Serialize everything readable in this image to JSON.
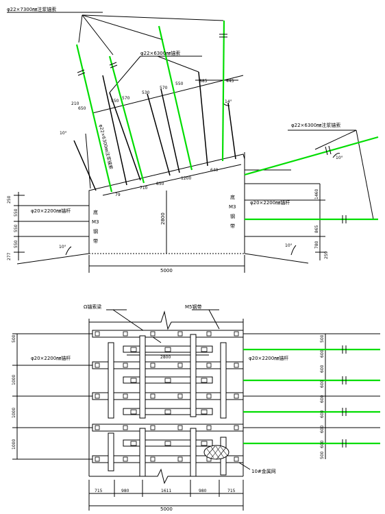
{
  "colors": {
    "line": "#000000",
    "bolt": "#00dd00",
    "paper": "#ffffff"
  },
  "elevation": {
    "label_long_anchor": "φ22×7300㎜注浆锚索",
    "label_mid_anchor": "φ22×6300㎜锚索",
    "label_right_anchor": "φ22×6300㎜注浆锚索",
    "label_bolt_left": "φ20×2200㎜锚杆",
    "label_bolt_right": "φ20×2200㎜锚杆",
    "label_mesh_spec": "φ22×6300㎜注浆锚索",
    "wall_text_left": [
      "底",
      "M3",
      "钢",
      "带"
    ],
    "wall_text_right": [
      "底",
      "M3",
      "钢",
      "带"
    ],
    "angle_10_left": "10°",
    "angle_10_right": "10°",
    "angle_14": "14°",
    "angle_10_top": "10°",
    "angle_10_rt": "10°",
    "dim_top": [
      "550",
      "570",
      "530",
      "570",
      "550",
      "885",
      "445"
    ],
    "dim_roof": [
      "79",
      "710",
      "850",
      "1200",
      "640"
    ],
    "dim_210": "210",
    "dim_650": "650",
    "dim_width": "5000",
    "dim_height": "2800",
    "left_dims": [
      "250",
      "550",
      "550",
      "550",
      "277"
    ],
    "right_dims": [
      "1460",
      "865",
      "780",
      "259"
    ]
  },
  "plan": {
    "label_anchor_beam": "Ω锚索梁",
    "label_steel_belt": "M5钢带",
    "label_bolt_left": "φ20×2200㎜锚杆",
    "label_bolt_right": "φ20×2200㎜锚杆",
    "label_mesh": "10#金属网",
    "dim_inner": "2800",
    "left_dims": [
      "500",
      "1000",
      "1000",
      "1000"
    ],
    "right_dims": [
      "500",
      "600",
      "600",
      "600",
      "600",
      "600",
      "600",
      "600",
      "500"
    ],
    "bottom_dims": [
      "715",
      "980",
      "1611",
      "980",
      "715"
    ],
    "dim_width": "5000"
  }
}
